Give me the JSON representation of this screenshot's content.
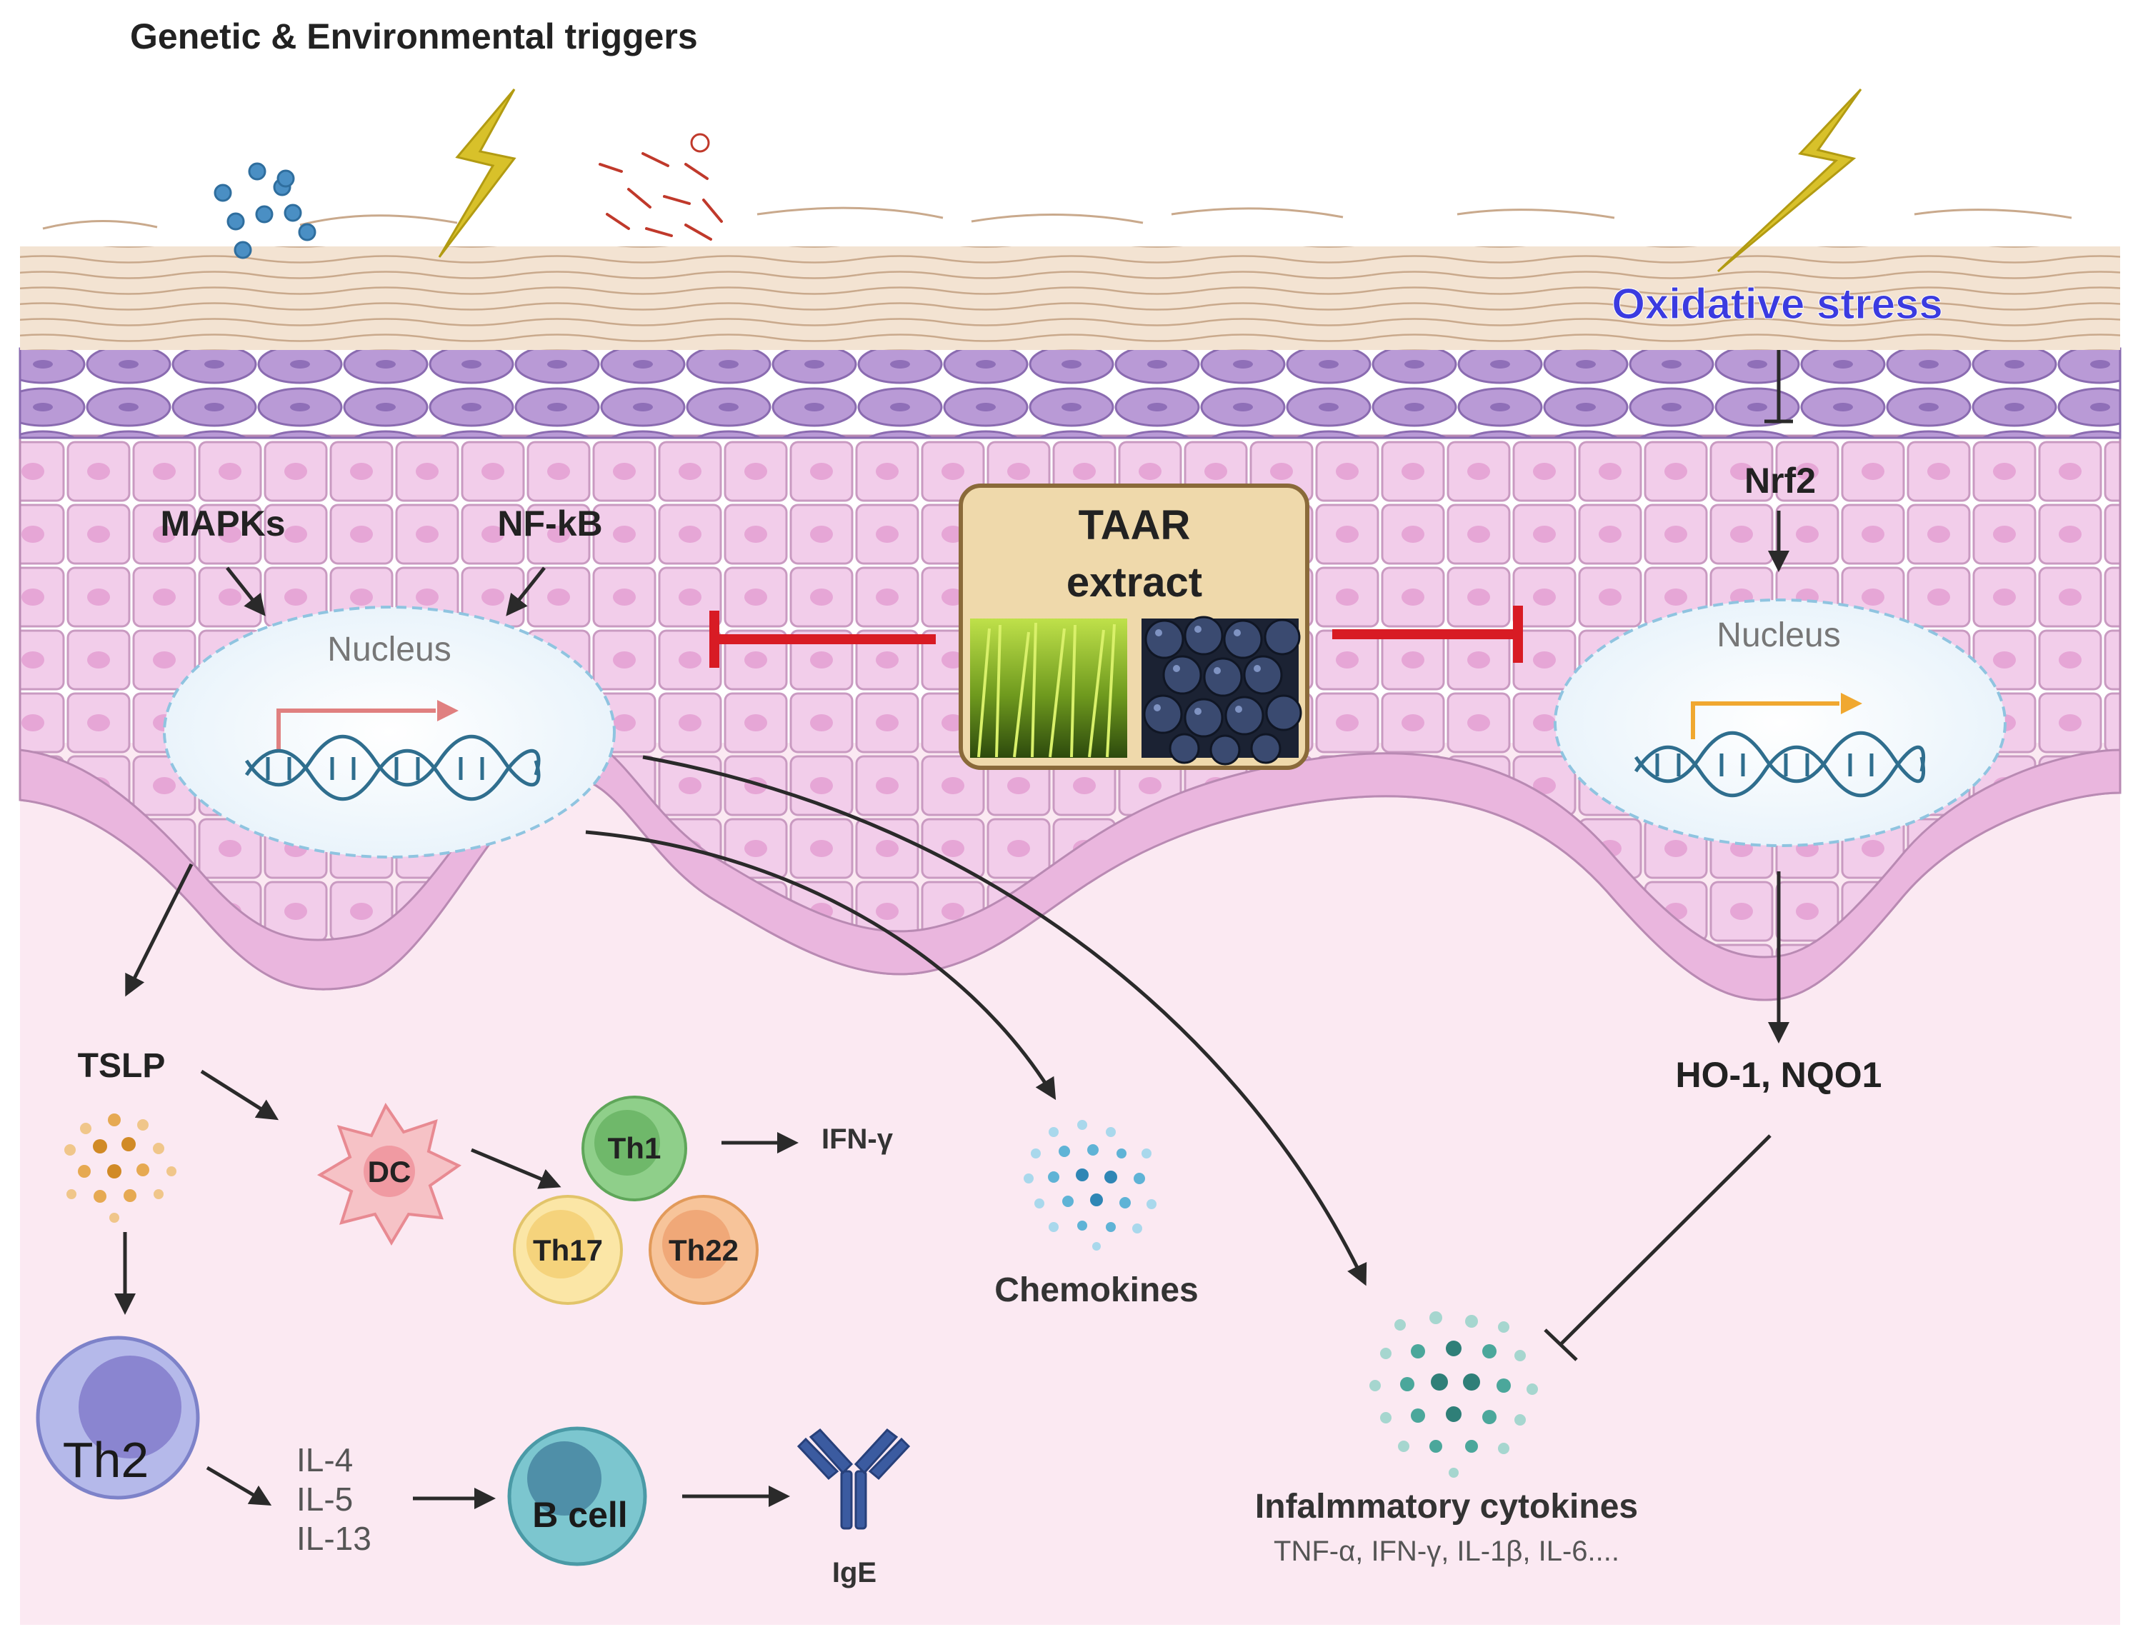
{
  "triggers_title": "Genetic & Environmental triggers",
  "oxidative_stress": "Oxidative stress",
  "nrf2": "Nrf2",
  "mapks": "MAPKs",
  "nfkb": "NF-kB",
  "nucleus_left": "Nucleus",
  "nucleus_right": "Nucleus",
  "taar_line1": "TAAR",
  "taar_line2": "extract",
  "ho1_nqo1": "HO-1, NQO1",
  "tslp": "TSLP",
  "dc": "DC",
  "th1": "Th1",
  "th17": "Th17",
  "th22": "Th22",
  "ifn_gamma": "IFN-γ",
  "chemokines": "Chemokines",
  "th2": "Th2",
  "il4": "IL-4",
  "il5": "IL-5",
  "il13": "IL-13",
  "bcell": "B cell",
  "ige": "IgE",
  "inflammatory_title": "Infalmmatory cytokines",
  "inflammatory_list": "TNF-α, IFN-γ, IL-1β, IL-6....",
  "colors": {
    "oxidative_text": "#3b3be0",
    "inhibit_red": "#d81b24",
    "taar_bg": "#efd9ab",
    "taar_border": "#8a6a3a",
    "dermis": "#fbe9f2",
    "spinous": "#efc6e6",
    "granular": "#b79ad3",
    "corneum": "#efdfcc"
  }
}
